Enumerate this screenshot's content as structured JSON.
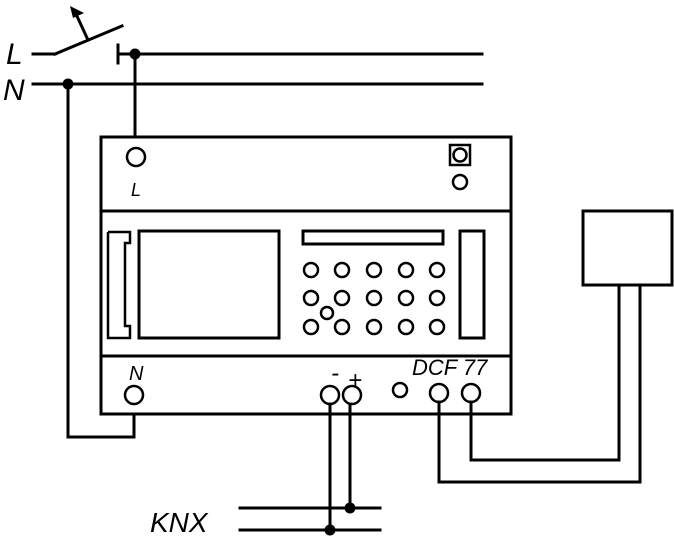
{
  "labels": {
    "line": "L",
    "neutral": "N",
    "terminal_l": "L",
    "terminal_n": "N",
    "minus": "-",
    "plus": "+",
    "dcf": "DCF 77",
    "bus": "KNX"
  }
}
